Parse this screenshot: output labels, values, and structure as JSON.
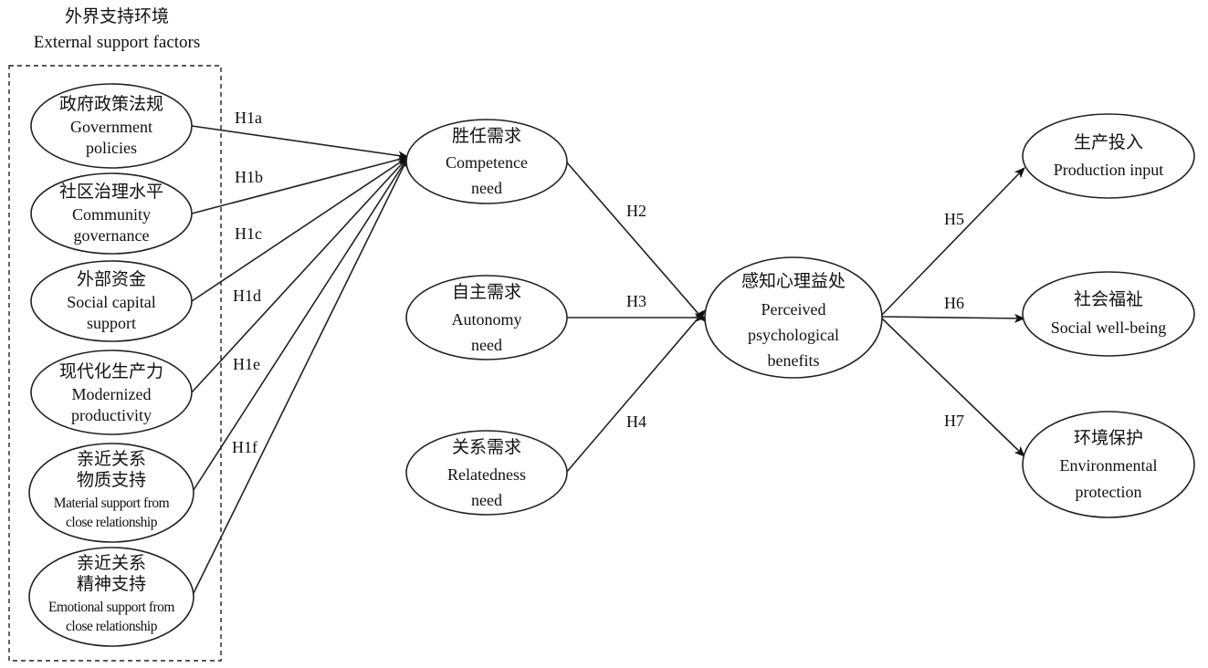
{
  "group": {
    "title_cn": "外界支持环境",
    "title_en": "External support factors"
  },
  "nodes": {
    "gov": {
      "cn": "政府政策法规",
      "en1": "Government",
      "en2": "policies"
    },
    "comm": {
      "cn": "社区治理水平",
      "en1": "Community",
      "en2": "governance"
    },
    "cap": {
      "cn": "外部资金",
      "en1": "Social capital",
      "en2": "support"
    },
    "mod": {
      "cn": "现代化生产力",
      "en1": "Modernized",
      "en2": "productivity"
    },
    "mat": {
      "cn1": "亲近关系",
      "cn2": "物质支持",
      "en1": "Material support from",
      "en2": "close relationship"
    },
    "emo": {
      "cn1": "亲近关系",
      "cn2": "精神支持",
      "en1": "Emotional support from",
      "en2": "close relationship"
    },
    "compet": {
      "cn": "胜任需求",
      "en1": "Competence",
      "en2": "need"
    },
    "auto": {
      "cn": "自主需求",
      "en1": "Autonomy",
      "en2": "need"
    },
    "relat": {
      "cn": "关系需求",
      "en1": "Relatedness",
      "en2": "need"
    },
    "ppb": {
      "cn": "感知心理益处",
      "en1": "Perceived",
      "en2": "psychological",
      "en3": "benefits"
    },
    "prod": {
      "cn": "生产投入",
      "en1": "Production input"
    },
    "social": {
      "cn": "社会福祉",
      "en1": "Social well-being"
    },
    "env": {
      "cn": "环境保护",
      "en1": "Environmental",
      "en2": "protection"
    }
  },
  "edges": [
    {
      "from": "gov",
      "to": "compet",
      "label": "H1a"
    },
    {
      "from": "comm",
      "to": "compet",
      "label": "H1b"
    },
    {
      "from": "cap",
      "to": "compet",
      "label": "H1c"
    },
    {
      "from": "mod",
      "to": "compet",
      "label": "H1d"
    },
    {
      "from": "mat",
      "to": "compet",
      "label": "H1e"
    },
    {
      "from": "emo",
      "to": "compet",
      "label": "H1f"
    },
    {
      "from": "compet",
      "to": "ppb",
      "label": "H2"
    },
    {
      "from": "auto",
      "to": "ppb",
      "label": "H3"
    },
    {
      "from": "relat",
      "to": "ppb",
      "label": "H4"
    },
    {
      "from": "ppb",
      "to": "prod",
      "label": "H5"
    },
    {
      "from": "ppb",
      "to": "social",
      "label": "H6"
    },
    {
      "from": "ppb",
      "to": "env",
      "label": "H7"
    }
  ]
}
